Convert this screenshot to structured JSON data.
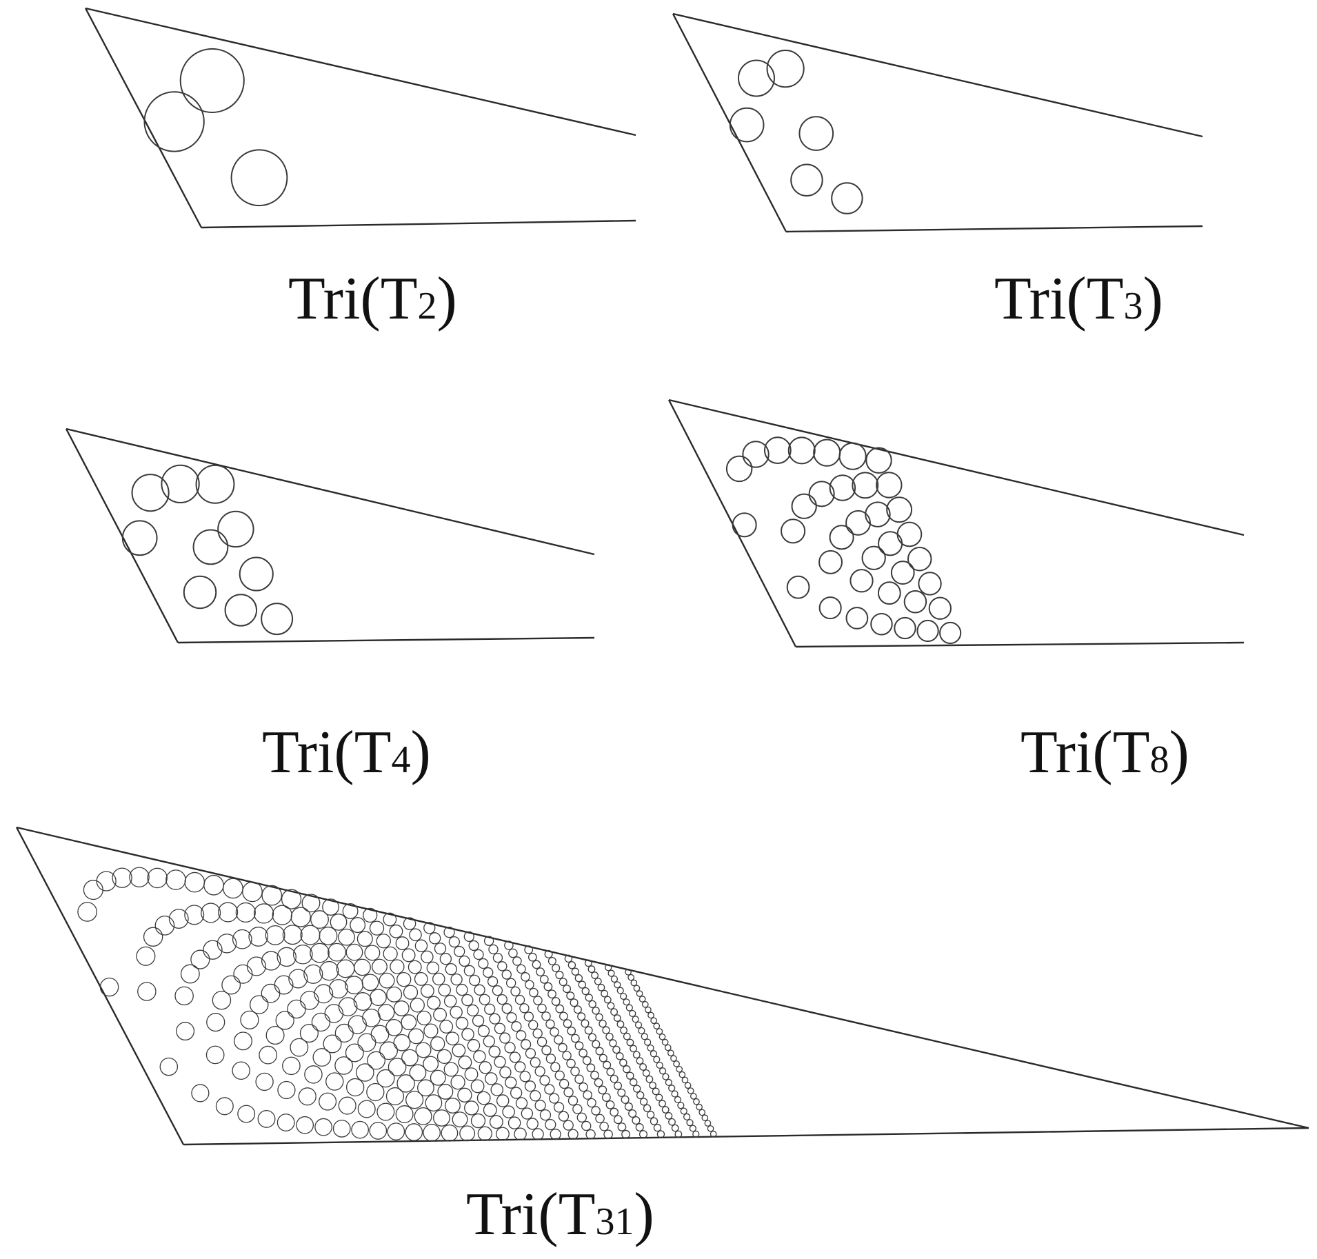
{
  "colors": {
    "ink": "#2a2a2a",
    "background": "#ffffff"
  },
  "panels": [
    {
      "id": "t2",
      "name": "Tri",
      "open": "(T",
      "index": "2",
      "close": ")",
      "rows": 2
    },
    {
      "id": "t3",
      "name": "Tri",
      "open": "(T",
      "index": "3",
      "close": ")",
      "rows": 3
    },
    {
      "id": "t4",
      "name": "Tri",
      "open": "(T",
      "index": "4",
      "close": ")",
      "rows": 4
    },
    {
      "id": "t8",
      "name": "Tri",
      "open": "(T",
      "index": "8",
      "close": ")",
      "rows": 8
    },
    {
      "id": "t31",
      "name": "Tri",
      "open": "(T",
      "index": "31",
      "close": ")",
      "rows": 31
    }
  ]
}
